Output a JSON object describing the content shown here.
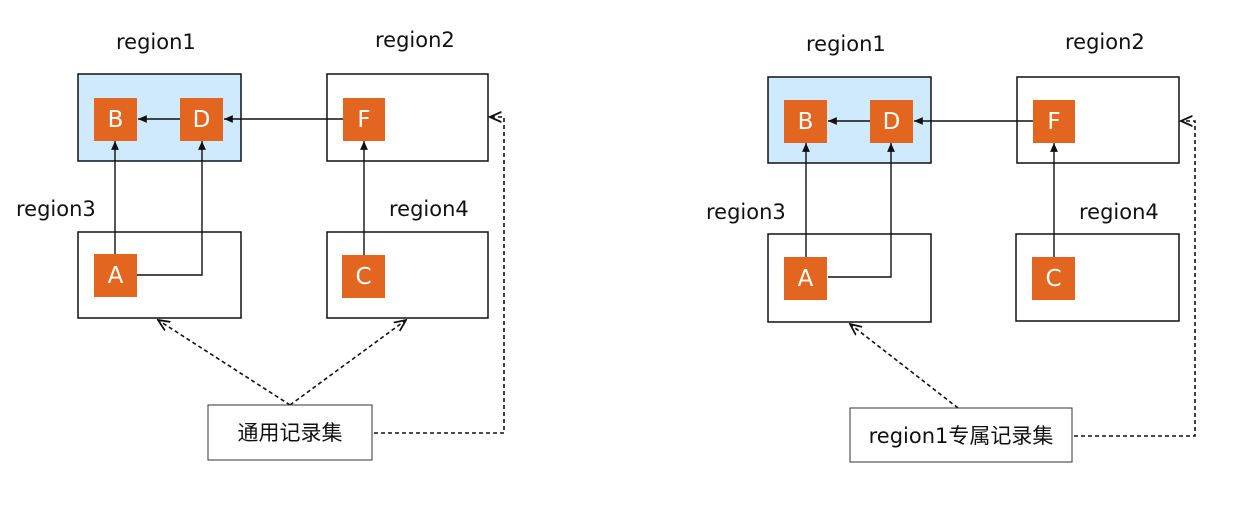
{
  "diagrams": [
    {
      "regions": [
        {
          "label": "region1",
          "highlight": true
        },
        {
          "label": "region2",
          "highlight": false
        },
        {
          "label": "region3",
          "highlight": false
        },
        {
          "label": "region4",
          "highlight": false
        }
      ],
      "nodes": [
        "B",
        "D",
        "F",
        "A",
        "C"
      ],
      "record_set_label": "通用记录集"
    },
    {
      "regions": [
        {
          "label": "region1",
          "highlight": true
        },
        {
          "label": "region2",
          "highlight": false
        },
        {
          "label": "region3",
          "highlight": false
        },
        {
          "label": "region4",
          "highlight": false
        }
      ],
      "nodes": [
        "B",
        "D",
        "F",
        "A",
        "C"
      ],
      "record_set_label": "region1专属记录集"
    }
  ],
  "colors": {
    "node_fill": "#e2661f",
    "region1_fill": "#cfeafc",
    "line": "#111111"
  }
}
